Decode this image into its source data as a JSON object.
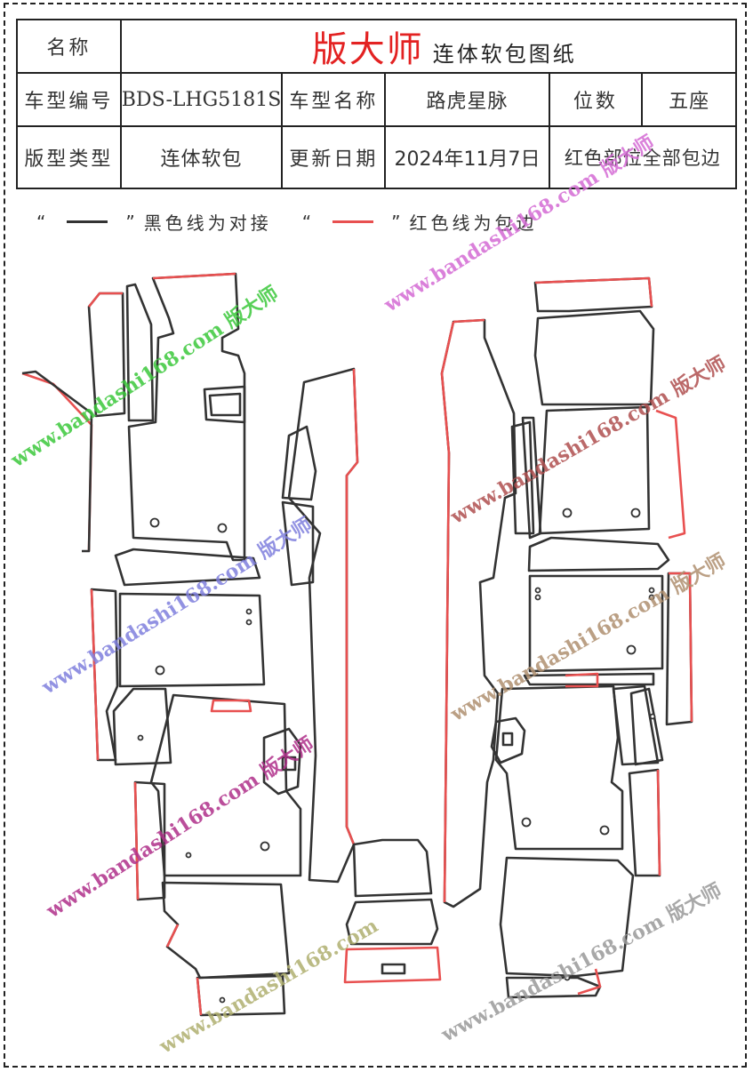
{
  "header": {
    "name_label": "名称",
    "brand": "版大师",
    "subtitle": "连体软包图纸",
    "model_code_label": "车型编号",
    "model_code": "BDS-LHG5181S",
    "model_name_label": "车型名称",
    "model_name": "路虎星脉",
    "seats_label": "位数",
    "seats": "五座",
    "type_label": "版型类型",
    "type": "连体软包",
    "update_label": "更新日期",
    "update_date": "2024年11月7日",
    "note": "红色部位全部包边"
  },
  "legend": {
    "open_quote": "“",
    "close_quote": "”",
    "black_text": "黑色线为对接",
    "red_text": "红色线为包边",
    "black_color": "#333333",
    "red_color": "#e85050"
  },
  "watermark": {
    "url": "www.bandashi168.com",
    "brand": "版大师"
  }
}
